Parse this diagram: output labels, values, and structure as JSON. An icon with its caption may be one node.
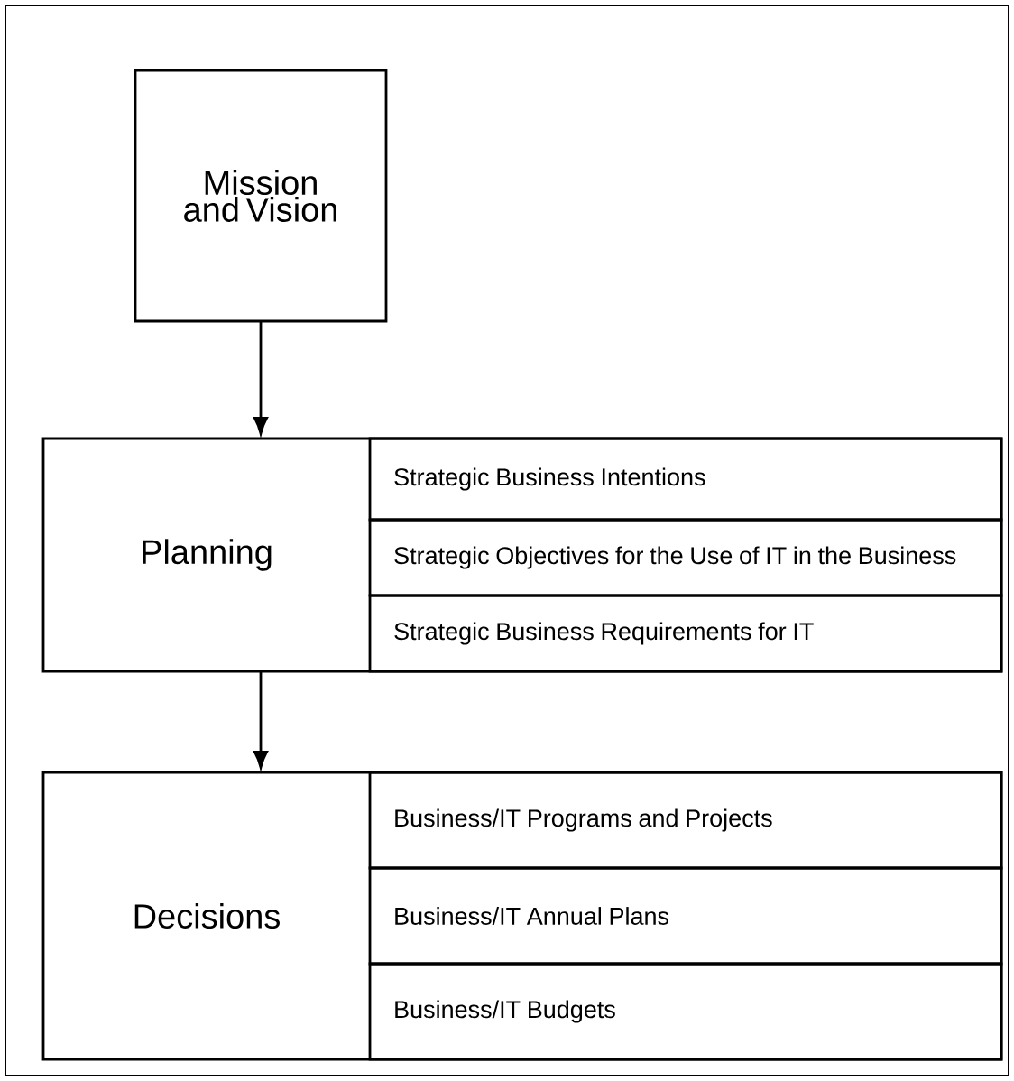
{
  "diagram": {
    "nodes": [
      {
        "text": [
          "Mission and Vision"
        ]
      },
      {
        "text": [
          "Planning"
        ]
      },
      {
        "text": [
          "Strategic Business Intentions"
        ],
        "in": 1
      },
      {
        "text": [
          "Strategic Objectives for the Use of IT in the Business"
        ],
        "in": 1
      },
      {
        "text": [
          "Strategic Business Requirements for IT"
        ],
        "in": 1
      },
      {
        "text": [
          "Decisions"
        ]
      },
      {
        "text": [
          "Business/IT Programs and Projects"
        ],
        "in": 5
      },
      {
        "text": [
          "Business/IT Annual Plans"
        ],
        "in": 5
      },
      {
        "text": [
          "Business/IT Budgets"
        ],
        "in": 5
      }
    ],
    "edges": [
      {
        "from": 0,
        "to": 1,
        "arrow": "to"
      },
      {
        "from": 1,
        "to": 5,
        "arrow": "to"
      }
    ]
  }
}
